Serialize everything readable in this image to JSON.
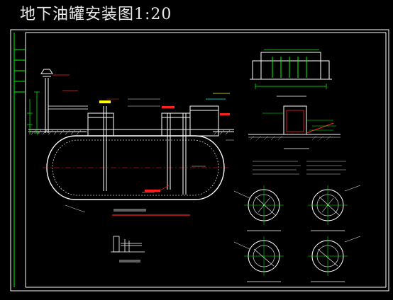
{
  "title": "地下油罐安装图1:20",
  "colors": {
    "background": "#000000",
    "frame": "#ffffff",
    "tank_outline": "#ffffff",
    "hatch": "#9a9a9a",
    "dimension": "#00ff00",
    "annotation": "#ff2020",
    "label": "#e6e6e6",
    "highlight": "#ffff00",
    "leader": "#00ffff"
  },
  "views": [
    {
      "name": "tank-elevation"
    },
    {
      "name": "plan-detail"
    },
    {
      "name": "section-detail"
    },
    {
      "name": "manhole-detail-1"
    },
    {
      "name": "manhole-detail-2"
    },
    {
      "name": "manhole-detail-3"
    },
    {
      "name": "manhole-detail-4"
    },
    {
      "name": "small-pipe-detail"
    }
  ]
}
